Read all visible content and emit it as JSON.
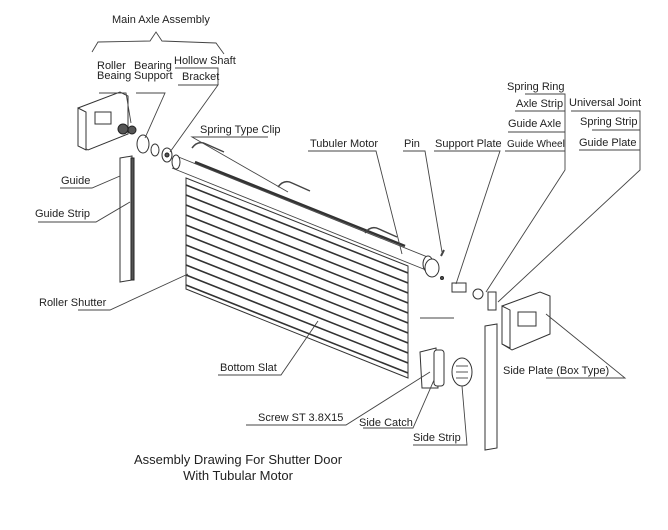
{
  "title": "Assembly Drawing For Shutter Door",
  "subtitle": "With Tubular Motor",
  "group_label": "Main Axle Assembly",
  "labels": {
    "roller_bearing_1": "Roller",
    "roller_bearing_2": "Beaing",
    "bearing_support_1": "Bearing",
    "bearing_support_2": "Support",
    "hollow_shaft": "Hollow Shaft",
    "bracket": "Bracket",
    "spring_type_clip": "Spring Type Clip",
    "tubular_motor": "Tubuler Motor",
    "pin": "Pin",
    "support_plate": "Support Plate",
    "spring_ring": "Spring Ring",
    "axle_strip": "Axle Strip",
    "guide_axle": "Guide Axle",
    "guide_wheel": "Guide Wheel",
    "universal_joint": "Universal Joint",
    "spring_strip": "Spring Strip",
    "guide_plate": "Guide Plate",
    "guide": "Guide",
    "guide_strip": "Guide Strip",
    "roller_shutter": "Roller Shutter",
    "bottom_slat": "Bottom Slat",
    "side_plate": "Side Plate (Box Type)",
    "screw": "Screw ST 3.8X15",
    "side_catch": "Side Catch",
    "side_strip": "Side Strip"
  }
}
